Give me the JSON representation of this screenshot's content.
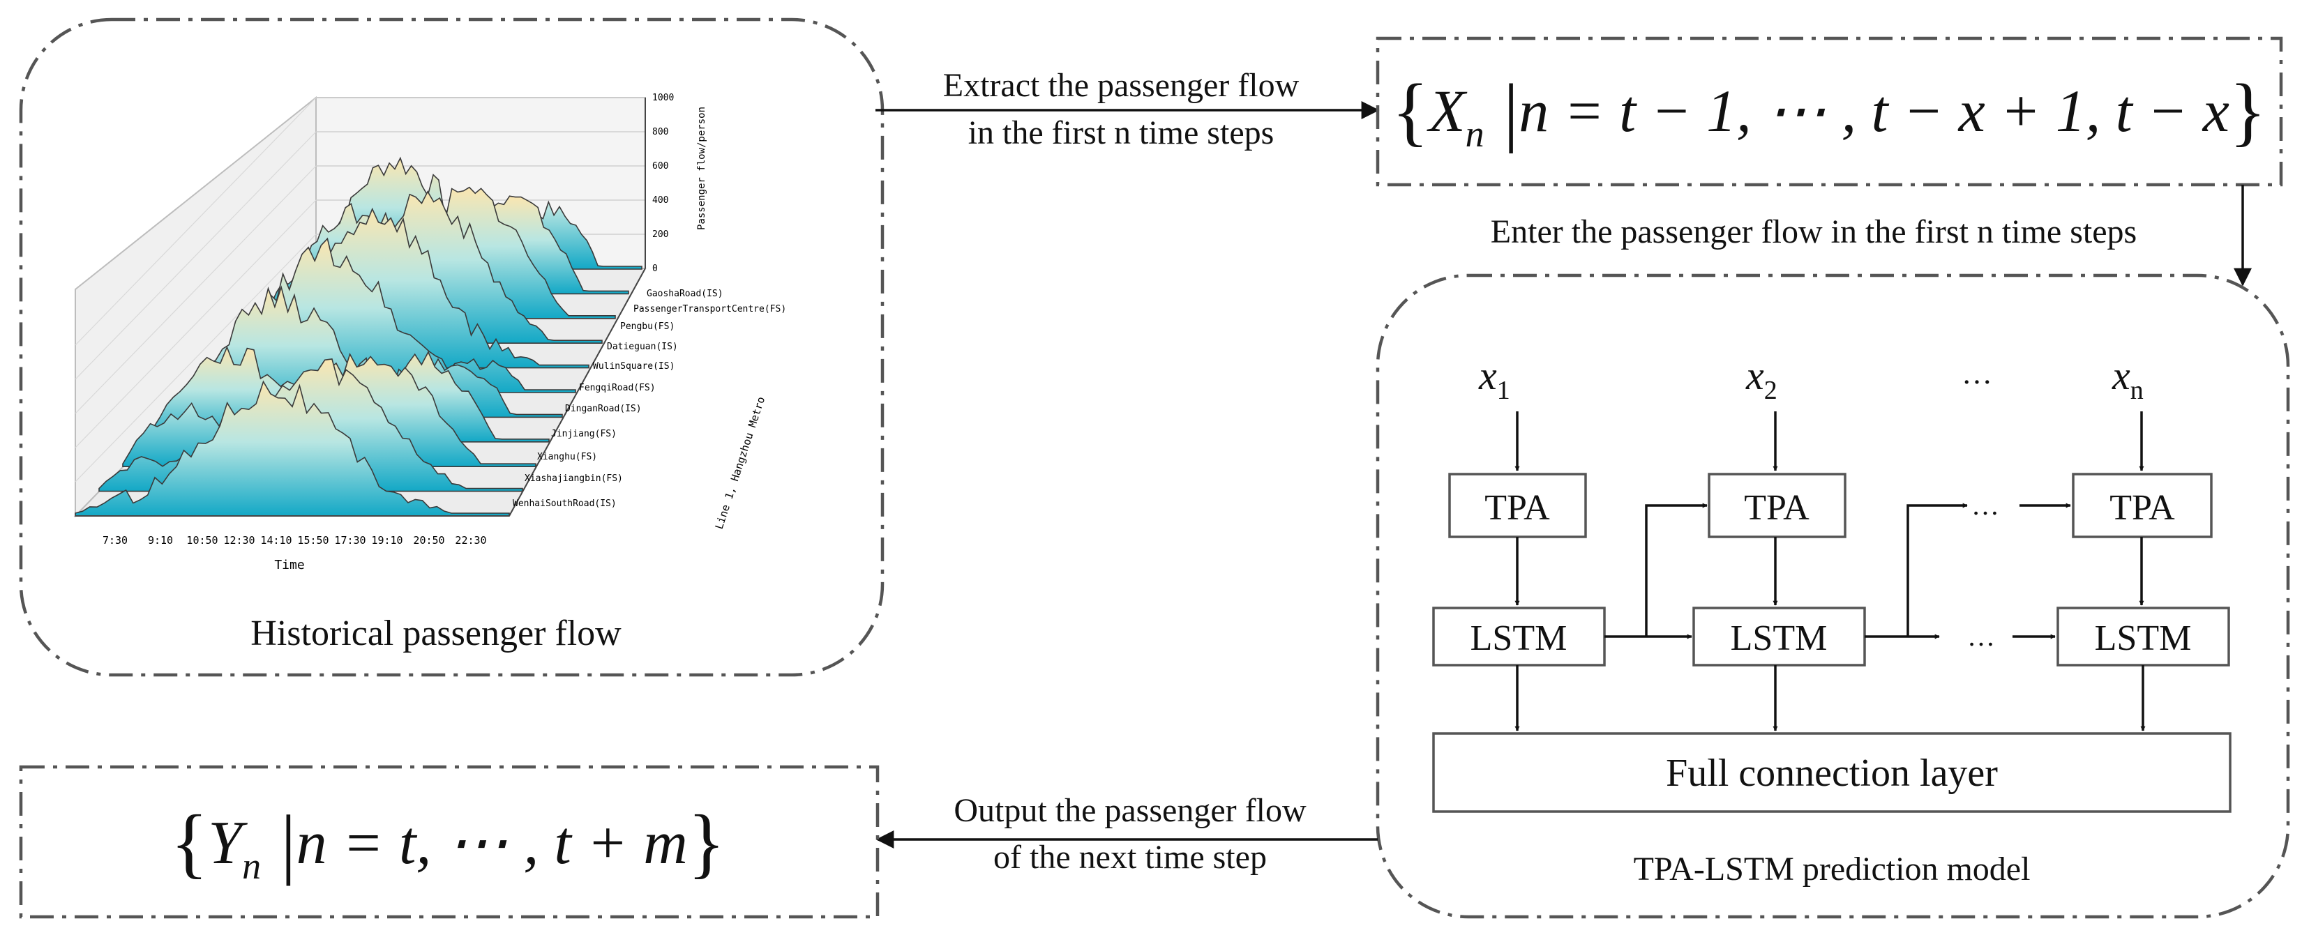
{
  "panels": {
    "historical": {
      "caption": "Historical passenger flow",
      "chart": {
        "z_axis_label": "Passenger flow/person",
        "z_ticks": [
          "0",
          "200",
          "400",
          "600",
          "800",
          "1000"
        ],
        "x_axis_label": "Time",
        "x_ticks": [
          "7:30",
          "9:10",
          "10:50",
          "12:30",
          "14:10",
          "15:50",
          "17:30",
          "19:10",
          "20:50",
          "22:30"
        ],
        "y_axis_label": "Line 1, Hangzhou Metro",
        "stations": [
          "GaoshaRoad(IS)",
          "PassengerTransportCentre(FS)",
          "Pengbu(FS)",
          "Datieguan(IS)",
          "WulinSquare(IS)",
          "FengqiRoad(FS)",
          "DinganRoad(IS)",
          "Jinjiang(FS)",
          "Xianghu(FS)",
          "Xiashajiangbin(FS)",
          "WenhaiSouthRoad(IS)"
        ]
      }
    },
    "input_set": {
      "var": "X",
      "sub": "n",
      "condition": "n = t − 1, ⋯ , t − x + 1, t − x"
    },
    "model": {
      "caption": "TPA-LSTM  prediction model",
      "inputs": [
        "x",
        "x",
        "…",
        "x"
      ],
      "input_subs": [
        "1",
        "2",
        "",
        "n"
      ],
      "tpa_label": "TPA",
      "lstm_label": "LSTM",
      "ellipsis": "…",
      "fc_label": "Full connection layer"
    },
    "output_set": {
      "var": "Y",
      "sub": "n",
      "condition": "n = t, ⋯ , t + m"
    }
  },
  "edges": {
    "extract": [
      "Extract the passenger flow",
      "in the first n time steps"
    ],
    "enter": "Enter the passenger flow in the first n time steps",
    "output": [
      "Output the passenger flow",
      "of the next time step"
    ]
  }
}
